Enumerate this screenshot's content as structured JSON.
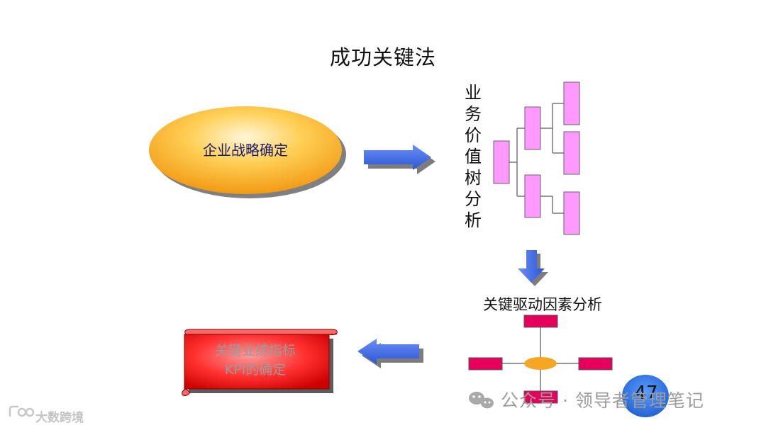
{
  "title": "成功关键法",
  "nodes": {
    "strategy": "企业战略确定",
    "value_tree": "业务价值树分析",
    "key_drivers": "关键驱动因素分析",
    "kpi": "关键业绩指标\nKPI的确定"
  },
  "page_number": "47",
  "watermarks": {
    "right": "公众号 · 领导者管理笔记",
    "left": "大数跨境"
  },
  "colors": {
    "ellipse_center": "#ffe7a6",
    "ellipse_edge": "#f5a623",
    "arrow": "#3f6ee8",
    "tree_box": "#ff99ff",
    "driver_box": "#e6005c",
    "driver_hub": "#f5a623",
    "scroll": "#ff1a1a",
    "page_badge": "#2f74e0"
  }
}
